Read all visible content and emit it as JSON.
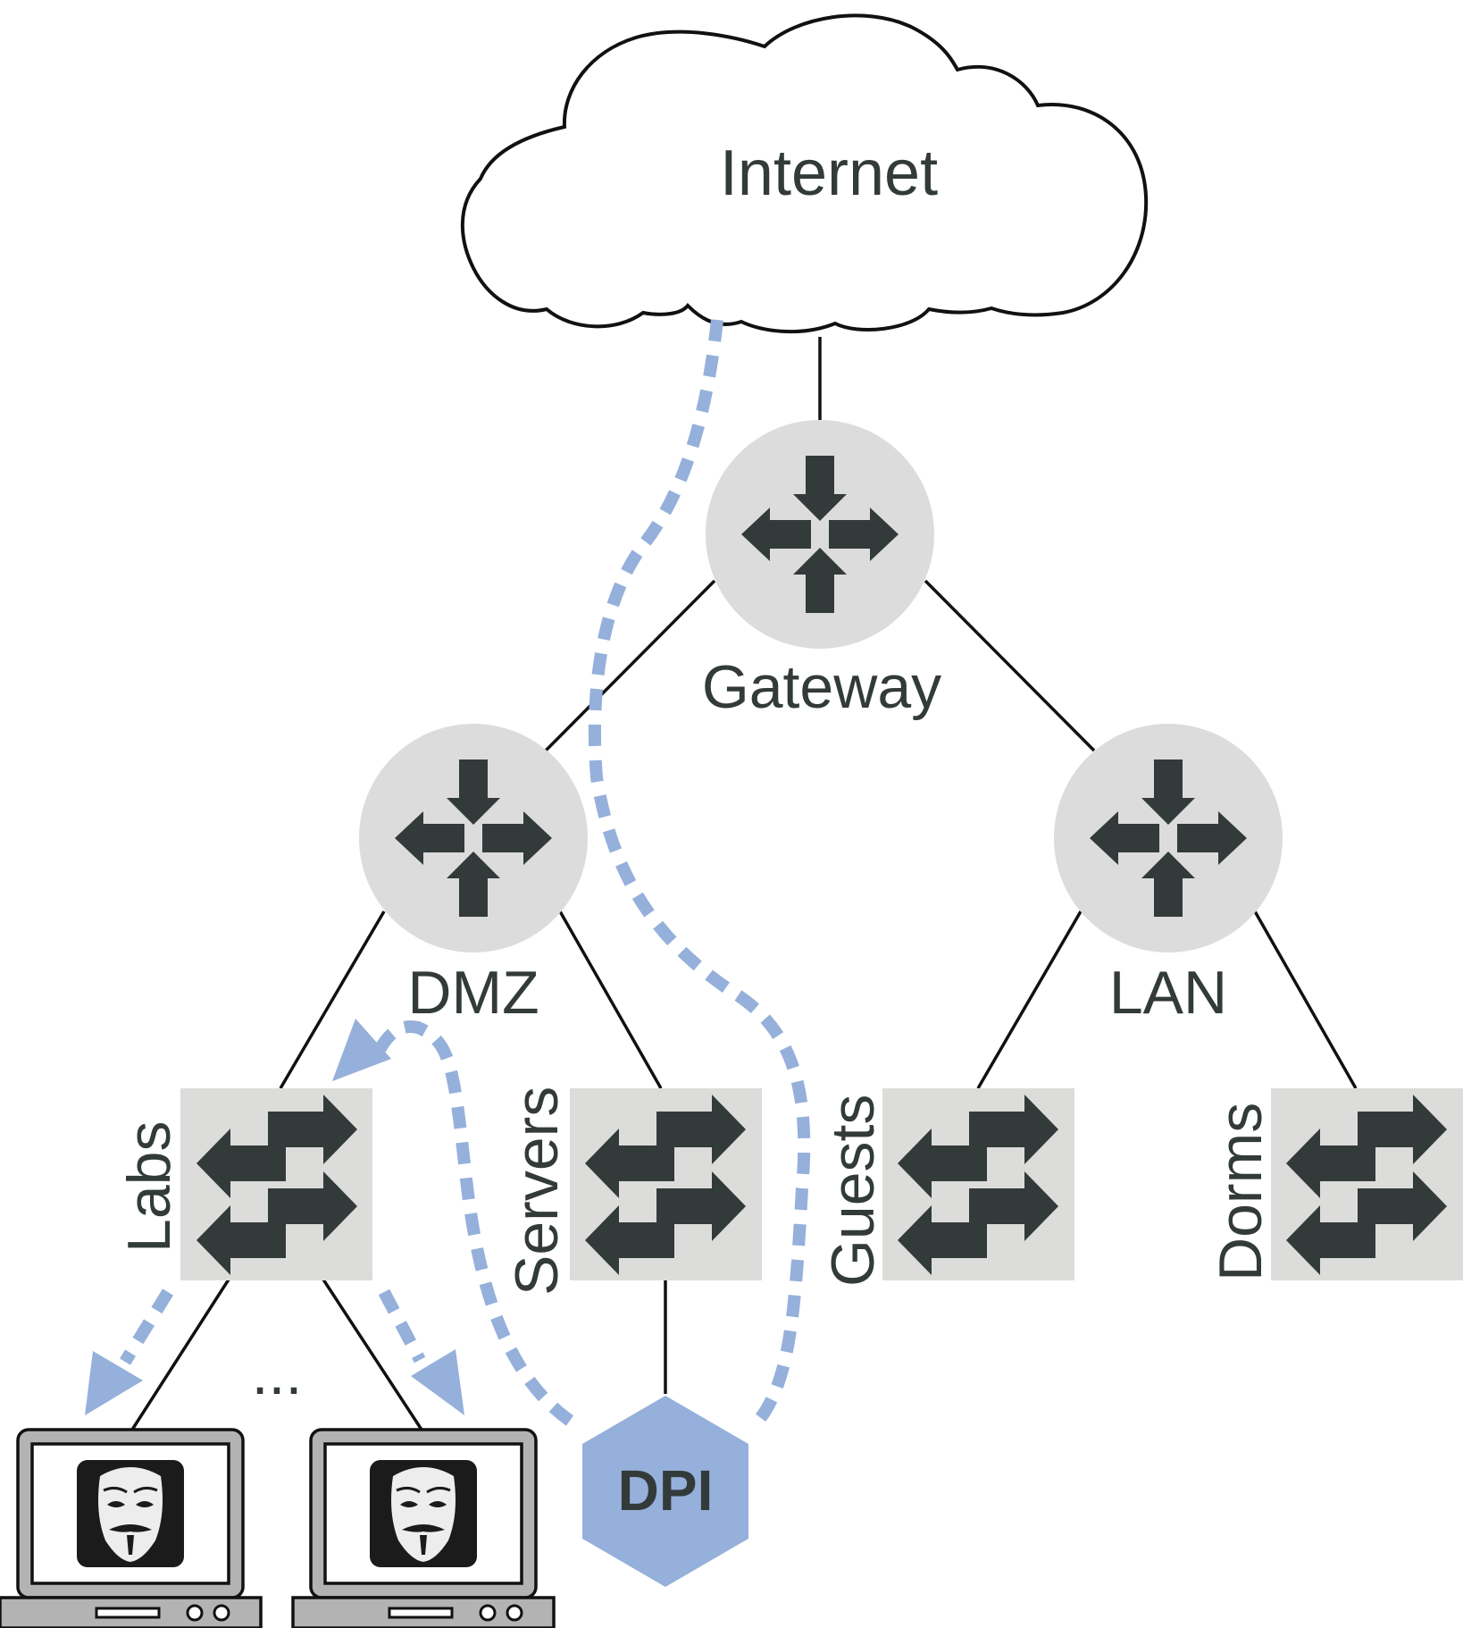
{
  "diagram": {
    "cloud": {
      "label": "Internet"
    },
    "routers": [
      {
        "id": "gateway",
        "label": "Gateway"
      },
      {
        "id": "dmz",
        "label": "DMZ"
      },
      {
        "id": "lan",
        "label": "LAN"
      }
    ],
    "switches": [
      {
        "id": "labs",
        "label": "Labs"
      },
      {
        "id": "servers",
        "label": "Servers"
      },
      {
        "id": "guests",
        "label": "Guests"
      },
      {
        "id": "dorms",
        "label": "Dorms"
      }
    ],
    "dpi": {
      "label": "DPI"
    },
    "ellipsis": "...",
    "hosts": [
      {
        "id": "host-1",
        "icon": "anonymous-mask-icon"
      },
      {
        "id": "host-2",
        "icon": "anonymous-mask-icon"
      }
    ],
    "colors": {
      "flow": "#95b0da",
      "device": "#dcdcdc",
      "icon": "#333a3a"
    }
  }
}
